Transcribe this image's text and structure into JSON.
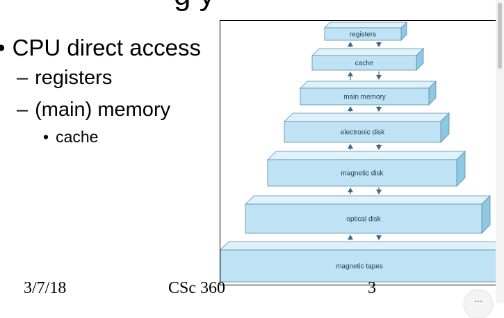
{
  "slide": {
    "title_fragment": "g        y",
    "bullets": [
      {
        "marker": "•",
        "text": "CPU direct access"
      },
      {
        "marker": "–",
        "text": "registers"
      },
      {
        "marker": "–",
        "text": "(main) memory"
      },
      {
        "marker": "•",
        "text": "cache"
      }
    ],
    "footer": {
      "date": "3/7/18",
      "course": "CSc 360",
      "page": "3"
    }
  },
  "diagram": {
    "levels": [
      "registers",
      "cache",
      "main memory",
      "electronic disk",
      "magnetic disk",
      "optical disk",
      "magnetic tapes"
    ],
    "face_color": "#bfe3f4",
    "top_color": "#dff2fb",
    "side_color": "#8ec9e4",
    "edge_color": "#5a8aa8"
  },
  "viewer": {
    "scroll_icon": "scrollbar-thumb",
    "corner_button_icon": "more-icon"
  }
}
